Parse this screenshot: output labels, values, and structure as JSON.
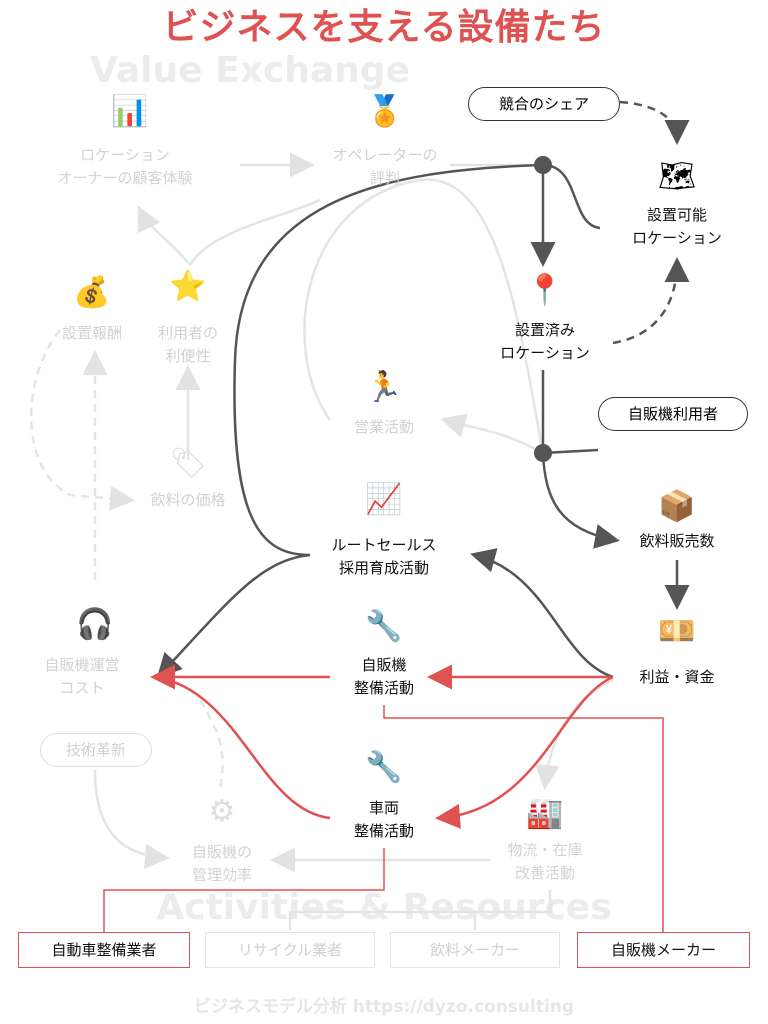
{
  "title": "ビジネスを支える設備たち",
  "watermark": {
    "line1": "Value Exchange",
    "line2": "Activities & Resources"
  },
  "nodes": {
    "competitor_share": "競合のシェア",
    "possible_location": [
      "設置可能",
      "ロケーション"
    ],
    "installed_location": [
      "設置済み",
      "ロケーション"
    ],
    "vending_users": "自販機利用者",
    "beverage_sales": "飲料販売数",
    "profit_funds": "利益・資金",
    "route_sales": [
      "ルートセールス",
      "採用育成活動"
    ],
    "vm_maintenance": [
      "自販機",
      "整備活動"
    ],
    "vehicle_maintenance": [
      "車両",
      "整備活動"
    ]
  },
  "faded_nodes": {
    "owner_experience": [
      "ロケーション",
      "オーナーの顧客体験"
    ],
    "operator_reputation": [
      "オペレーターの",
      "評判"
    ],
    "install_fee": "設置報酬",
    "user_convenience": [
      "利用者の",
      "利便性"
    ],
    "sales_activity": "営業活動",
    "beverage_price": "飲料の価格",
    "operation_cost": [
      "自販機運営",
      "コスト"
    ],
    "tech_innovation": "技術革新",
    "management_efficiency": [
      "自販機の",
      "管理効率"
    ],
    "logistics": [
      "物流・在庫",
      "改善活動"
    ]
  },
  "partners": [
    {
      "label": "自動車整備業者",
      "highlight": true
    },
    {
      "label": "リサイクル業者",
      "highlight": false
    },
    {
      "label": "飲料メーカー",
      "highlight": false
    },
    {
      "label": "自販機メーカー",
      "highlight": true
    }
  ],
  "footer": "ビジネスモデル分析 https://dyzo.consulting",
  "colors": {
    "accent": "#e05252",
    "dark": "#555555",
    "faded": "#e2e2e2"
  }
}
